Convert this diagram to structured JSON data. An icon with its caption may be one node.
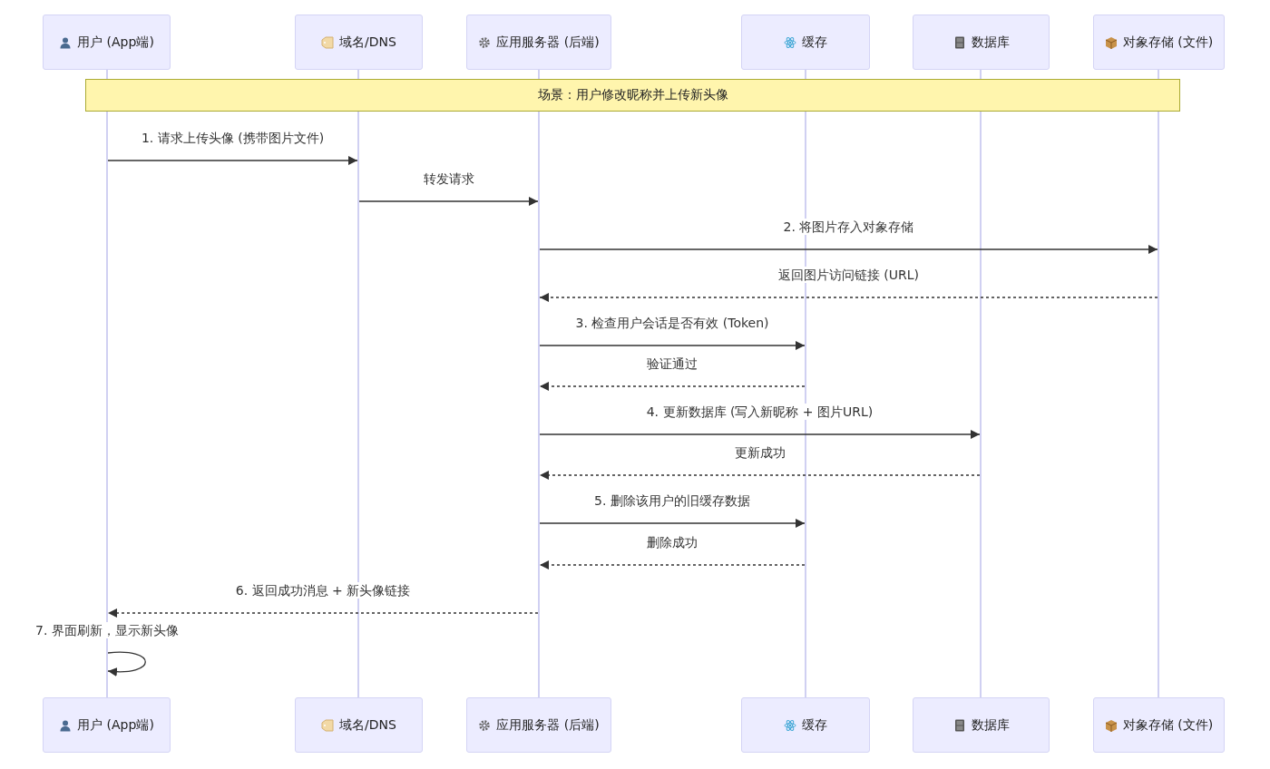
{
  "diagram": {
    "nodes": [
      {
        "text": [
          "用户 (App端)"
        ]
      },
      {
        "text": [
          "域名/DNS"
        ]
      },
      {
        "text": [
          "应用服务器 (后端)"
        ]
      },
      {
        "text": [
          "缓存"
        ]
      },
      {
        "text": [
          "数据库"
        ]
      },
      {
        "text": [
          "对象存储 (文件)"
        ]
      },
      {
        "text": [],
        "shape": "line"
      },
      {
        "text": [],
        "shape": "line"
      },
      {
        "text": [],
        "shape": "line"
      },
      {
        "text": [],
        "shape": "line"
      },
      {
        "text": [],
        "shape": "line"
      },
      {
        "text": [],
        "shape": "line"
      },
      {
        "text": [
          "场景：用户修改昵称并上传新头像"
        ]
      },
      {
        "text": [
          "用户 (App端)"
        ]
      },
      {
        "text": [
          "域名/DNS"
        ]
      },
      {
        "text": [
          "应用服务器 (后端)"
        ]
      },
      {
        "text": [
          "缓存"
        ]
      },
      {
        "text": [
          "数据库"
        ]
      },
      {
        "text": [
          "对象存储 (文件)"
        ]
      }
    ],
    "edges": [
      {
        "from": 6,
        "to": 7,
        "arrow": "to",
        "label": "1. 请求上传头像 (携带图片文件)"
      },
      {
        "from": 7,
        "to": 8,
        "arrow": "to",
        "label": "转发请求"
      },
      {
        "from": 8,
        "to": 11,
        "arrow": "to",
        "label": "2. 将图片存入对象存储"
      },
      {
        "from": 11,
        "to": 8,
        "arrow": "to",
        "label": "返回图片访问链接 (URL)",
        "style": "dashed"
      },
      {
        "from": 8,
        "to": 9,
        "arrow": "to",
        "label": "3. 检查用户会话是否有效 (Token)"
      },
      {
        "from": 9,
        "to": 8,
        "arrow": "to",
        "label": "验证通过",
        "style": "dashed"
      },
      {
        "from": 8,
        "to": 10,
        "arrow": "to",
        "label": "4. 更新数据库 (写入新昵称 + 图片URL)"
      },
      {
        "from": 10,
        "to": 8,
        "arrow": "to",
        "label": "更新成功",
        "style": "dashed"
      },
      {
        "from": 8,
        "to": 9,
        "arrow": "to",
        "label": "5. 删除该用户的旧缓存数据"
      },
      {
        "from": 9,
        "to": 8,
        "arrow": "to",
        "label": "删除成功",
        "style": "dashed"
      },
      {
        "from": 8,
        "to": 6,
        "arrow": "to",
        "label": "6. 返回成功消息 + 新头像链接",
        "style": "dashed"
      },
      {
        "from": 6,
        "to": 6,
        "arrow": "to",
        "label": "7. 界面刷新，显示新头像"
      }
    ]
  }
}
